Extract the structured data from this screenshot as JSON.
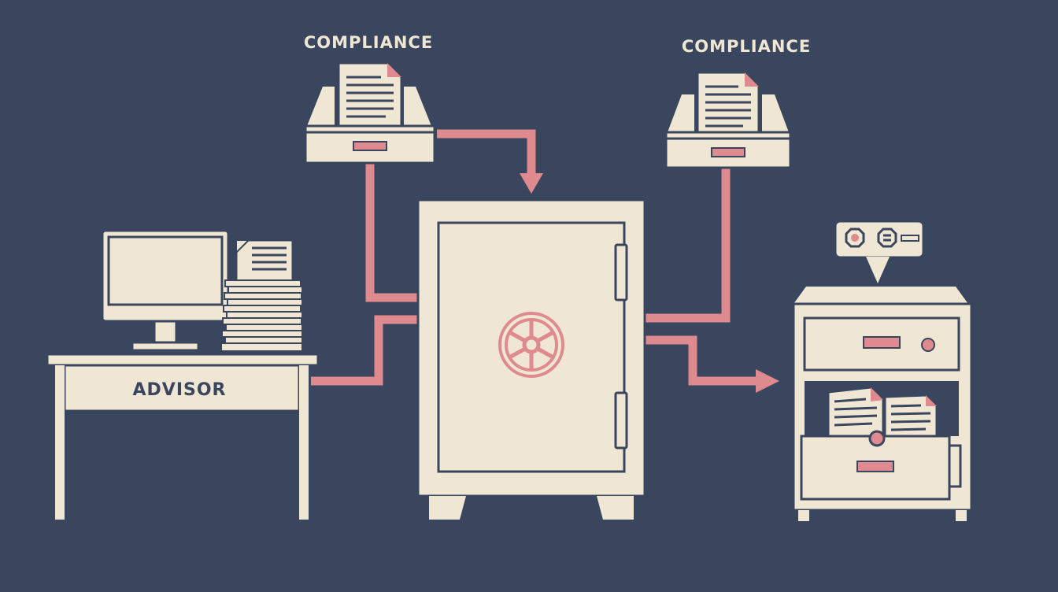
{
  "labels": {
    "compliance_left": "COMPLIANCE",
    "compliance_right": "COMPLIANCE",
    "advisor": "ADVISOR"
  },
  "colors": {
    "background": "#3a465e",
    "cream": "#efe7d3",
    "outline": "#3a465e",
    "arrow": "#df8a8e",
    "accent": "#df8a8e"
  },
  "icons": [
    "computer-monitor-icon",
    "paper-stack-icon",
    "desk-icon",
    "inbox-tray-icon",
    "document-icon",
    "safe-icon",
    "combination-dial-icon",
    "filing-cabinet-icon",
    "speech-bubble-icon",
    "arrow-icon"
  ]
}
